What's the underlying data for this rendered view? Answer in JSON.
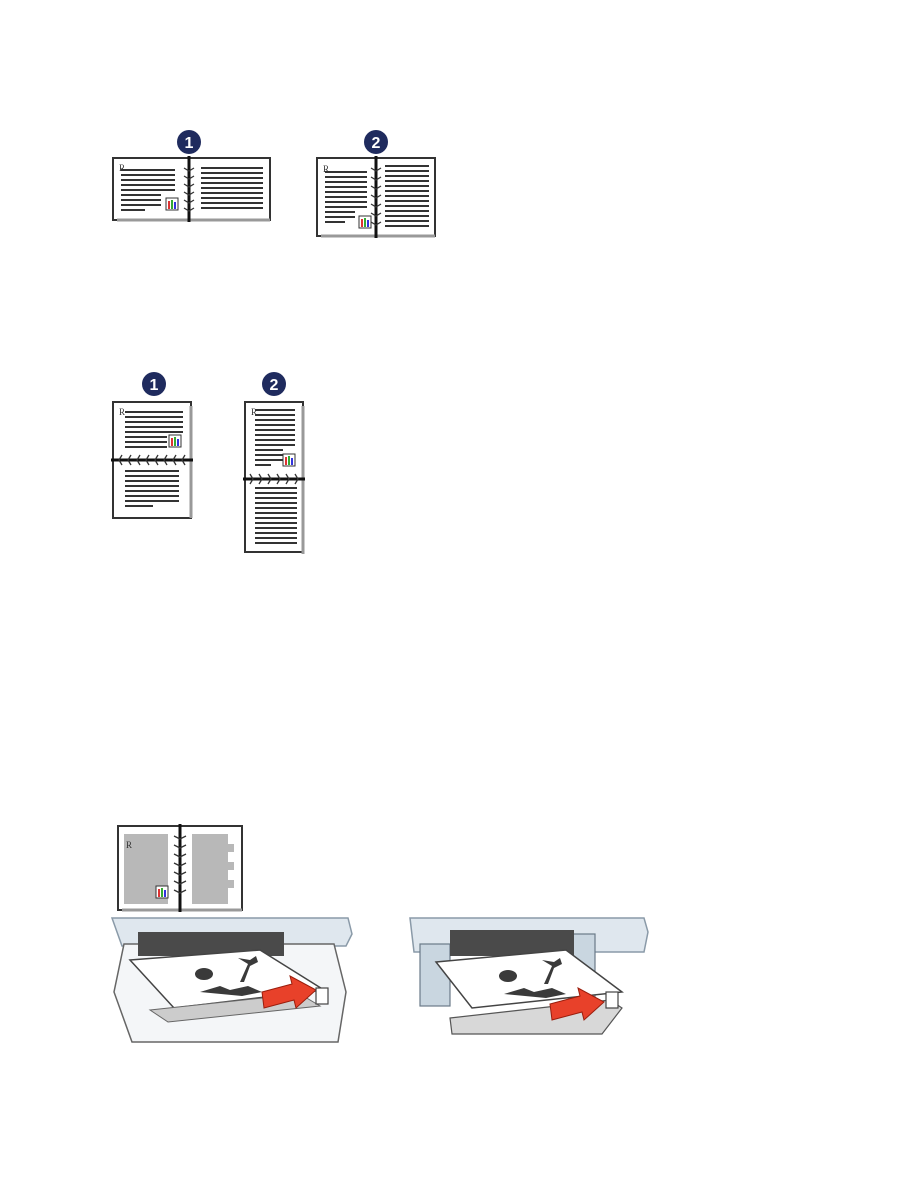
{
  "figures": {
    "landscape_book_binding": {
      "step1": {
        "badge": "1"
      },
      "step2": {
        "badge": "2"
      }
    },
    "portrait_tablet_binding": {
      "step1": {
        "badge": "1"
      },
      "step2": {
        "badge": "2"
      }
    },
    "booklet_reload": {
      "page_marker": "R"
    }
  },
  "colors": {
    "badge": "#1f2b5e",
    "arrow": "#e8412a",
    "printer": "#dfe7ee",
    "ink": "#2b2b2b"
  }
}
